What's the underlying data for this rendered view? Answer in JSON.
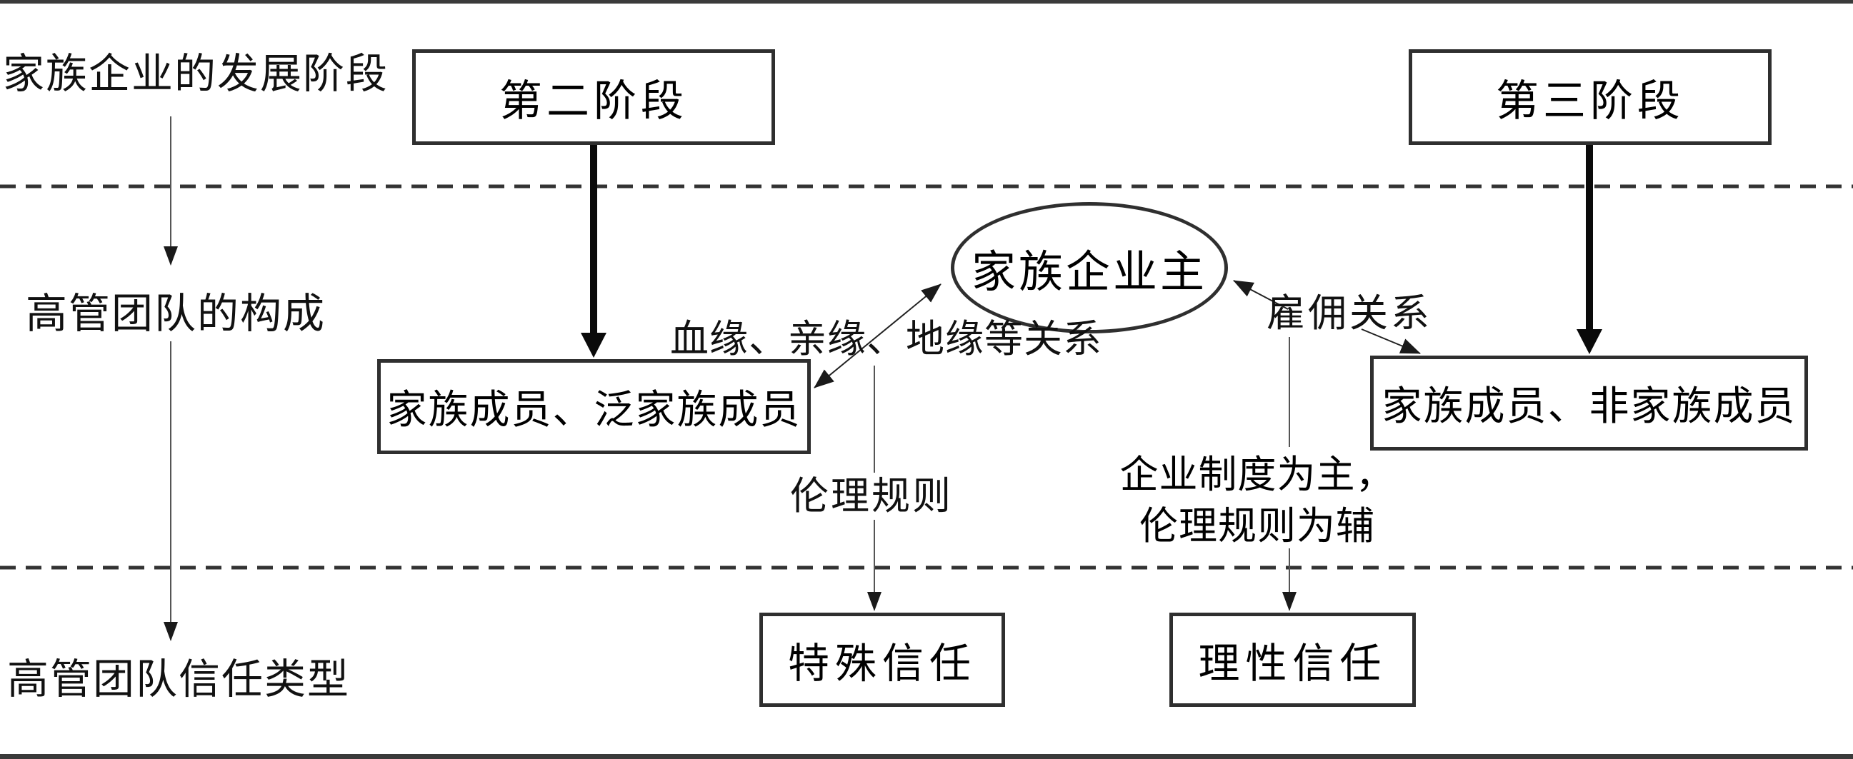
{
  "diagram": {
    "title_rows": {
      "stages_label": "家族企业的发展阶段",
      "composition_label": "高管团队的构成",
      "trust_type_label": "高管团队信任类型"
    },
    "stage_nodes": [
      {
        "id": "stage2",
        "label": "第二阶段"
      },
      {
        "id": "stage3",
        "label": "第三阶段"
      }
    ],
    "owner_node": {
      "label": "家族企业主"
    },
    "team_nodes": [
      {
        "id": "team-left",
        "label": "家族成员、泛家族成员"
      },
      {
        "id": "team-right",
        "label": "家族成员、非家族成员"
      }
    ],
    "edge_labels": {
      "kinship": "血缘、亲缘、地缘等关系",
      "employment": "雇佣关系",
      "ethics": "伦理规则",
      "institution_line1": "企业制度为主，",
      "institution_line2": "伦理规则为辅"
    },
    "trust_nodes": [
      {
        "id": "trust-special",
        "label": "特殊信任"
      },
      {
        "id": "trust-rational",
        "label": "理性信任"
      }
    ],
    "colors": {
      "stroke": "#2f2f2f",
      "dash_line": "#333333",
      "border_bar": "#3a3a3a",
      "text": "#111111",
      "background": "#ffffff"
    }
  }
}
